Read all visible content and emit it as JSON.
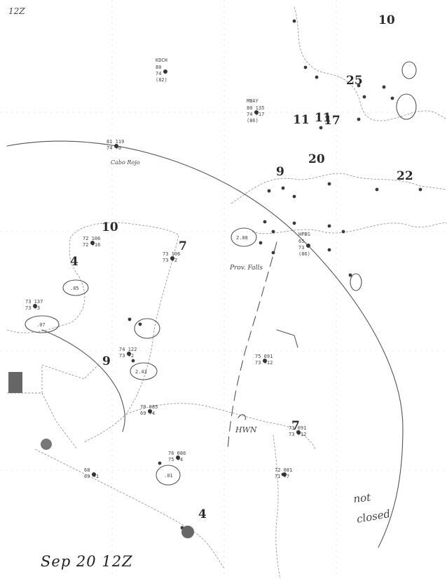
{
  "caption": "Sep 20 12Z",
  "corner_label": "12Z",
  "note": {
    "line1": "not",
    "line2": "closed"
  },
  "low_label": "HWN",
  "place_labels": {
    "cabo_rojo": "Cabo Rojo",
    "prov_falls": "Prov. Falls"
  },
  "circled_totals": [
    "2.08",
    "2.43",
    ".05",
    ".07",
    ".01"
  ],
  "big_numbers": [
    "10",
    "7",
    "4",
    "9",
    "7",
    "4",
    "10",
    "11",
    "17",
    "20",
    "22",
    "25",
    "11",
    "9"
  ],
  "stations": [
    {
      "id": "s1",
      "id_label": "KDCH",
      "lines": [
        "80",
        "74",
        "(82)"
      ]
    },
    {
      "id": "s2",
      "id_label": "MBAY",
      "lines": [
        "80  135",
        "74  +17",
        "(86)"
      ]
    },
    {
      "id": "s3",
      "id_label": "HPBS",
      "lines": [
        "65",
        "73",
        "(86)"
      ]
    },
    {
      "id": "s4",
      "id_label": "",
      "lines": [
        "81  119",
        "74  +0"
      ]
    },
    {
      "id": "s5",
      "id_label": "",
      "lines": [
        "72  106",
        "72  +16"
      ]
    },
    {
      "id": "s6",
      "id_label": "",
      "lines": [
        "73  106",
        "73  +2"
      ]
    },
    {
      "id": "s7",
      "id_label": "",
      "lines": [
        "73  137",
        "73  +3"
      ]
    },
    {
      "id": "s8",
      "id_label": "",
      "lines": [
        "74  122",
        "73  +2"
      ]
    },
    {
      "id": "s9",
      "id_label": "",
      "lines": [
        "75  091",
        "73  +12"
      ]
    },
    {
      "id": "s10",
      "id_label": "",
      "lines": [
        "70  085",
        "69  +4"
      ]
    },
    {
      "id": "s11",
      "id_label": "",
      "lines": [
        "73  091",
        "73  +12"
      ]
    },
    {
      "id": "s12",
      "id_label": "",
      "lines": [
        "76  086",
        "75  +4"
      ]
    },
    {
      "id": "s13",
      "id_label": "",
      "lines": [
        "72  081",
        "71  +7"
      ]
    },
    {
      "id": "s14",
      "id_label": "",
      "lines": [
        "68",
        "69  +1"
      ]
    }
  ]
}
